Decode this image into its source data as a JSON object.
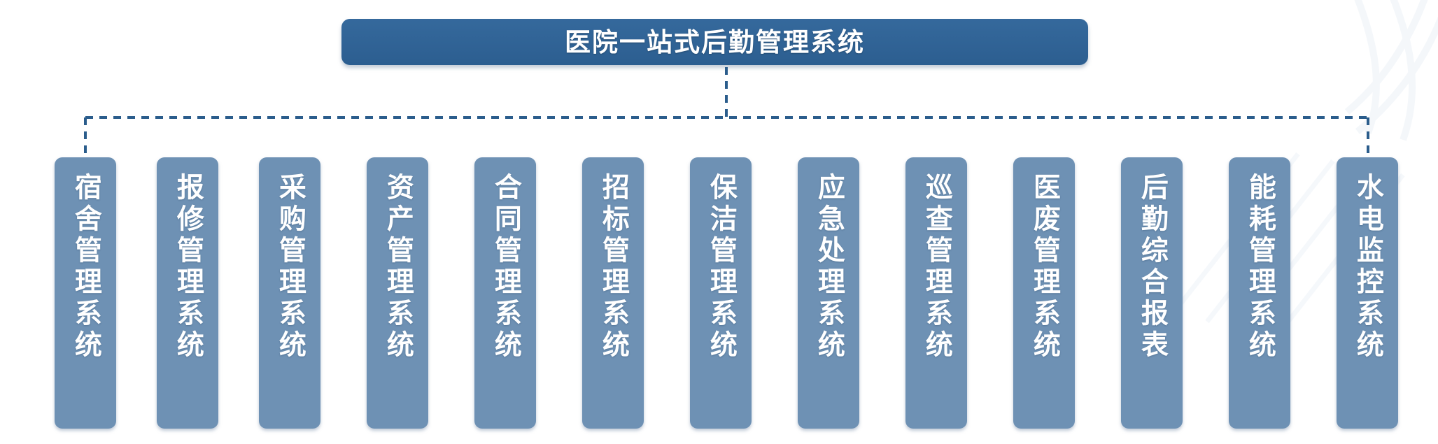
{
  "diagram": {
    "type": "org-chart",
    "orientation": "top-down",
    "root": {
      "label": "医院一站式后勤管理系统",
      "color": "#2E6193",
      "text_color": "#FFFFFF"
    },
    "connector": {
      "style": "dashed",
      "color": "#2B5D8C"
    },
    "leaf_color": "#6E91B4",
    "leaf_text_color": "#FFFFFF",
    "leaves": [
      {
        "label": "宿舍管理系统",
        "name": "dormitory-management-system"
      },
      {
        "label": "报修管理系统",
        "name": "repair-request-management-system"
      },
      {
        "label": "采购管理系统",
        "name": "procurement-management-system"
      },
      {
        "label": "资产管理系统",
        "name": "asset-management-system"
      },
      {
        "label": "合同管理系统",
        "name": "contract-management-system"
      },
      {
        "label": "招标管理系统",
        "name": "bidding-management-system"
      },
      {
        "label": "保洁管理系统",
        "name": "cleaning-management-system"
      },
      {
        "label": "应急处理系统",
        "name": "emergency-handling-system"
      },
      {
        "label": "巡查管理系统",
        "name": "inspection-management-system"
      },
      {
        "label": "医废管理系统",
        "name": "medical-waste-management-system"
      },
      {
        "label": "后勤综合报表",
        "name": "logistics-comprehensive-report"
      },
      {
        "label": "能耗管理系统",
        "name": "energy-consumption-management-system"
      },
      {
        "label": "水电监控系统",
        "name": "water-electricity-monitoring-system"
      }
    ]
  }
}
